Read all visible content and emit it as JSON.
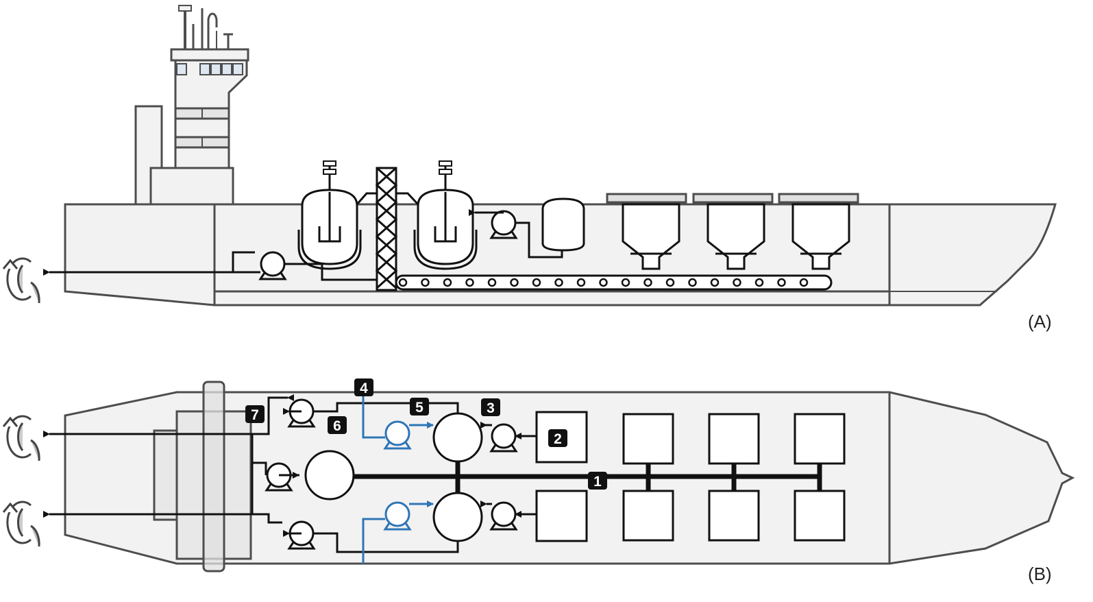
{
  "panels": {
    "side_view": {
      "label": "(A)"
    },
    "top_view": {
      "label": "(B)"
    }
  },
  "badges": [
    "1",
    "2",
    "3",
    "4",
    "5",
    "6",
    "7"
  ],
  "colors": {
    "hull_fill": "#f2f2f2",
    "hull_stroke": "#4d4d4d",
    "line": "#111111",
    "accent": "#2e75b6",
    "badge_bg": "#111111",
    "window": "#dde6f1"
  },
  "icons": [
    "propeller-icon",
    "pump-icon",
    "reactor-icon",
    "heat-exchanger-icon",
    "hopper-icon",
    "conveyor-icon"
  ]
}
